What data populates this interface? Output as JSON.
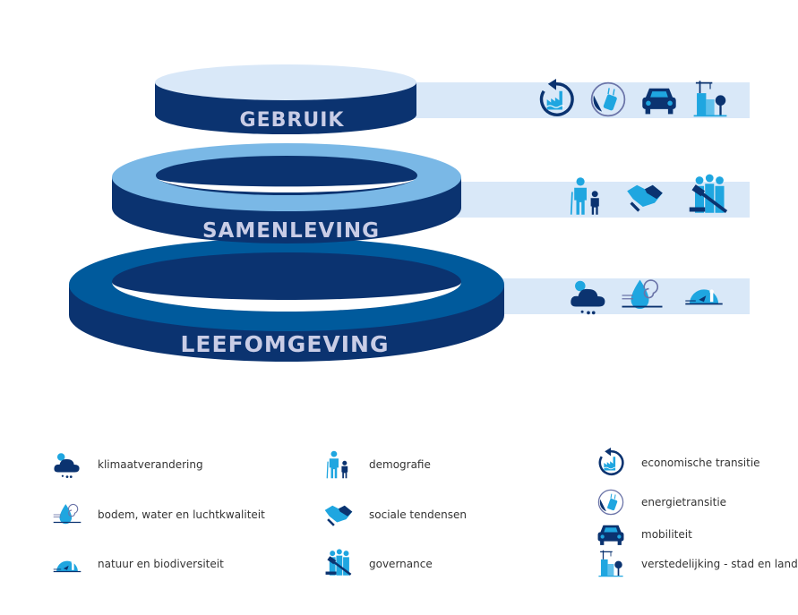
{
  "colors": {
    "dark_navy": "#0b3370",
    "mid_blue": "#005a9c",
    "light_blue": "#7ab8e6",
    "pale_blue": "#d9e8f8",
    "icon_cyan": "#1fa6e0",
    "label_text": "#c9cde6"
  },
  "layers": [
    {
      "id": "gebruik",
      "label": "GEBRUIK",
      "icons": [
        "economische-transitie",
        "energietransitie",
        "mobiliteit",
        "verstedelijking"
      ]
    },
    {
      "id": "samenleving",
      "label": "SAMENLEVING",
      "icons": [
        "demografie",
        "sociale-tendensen",
        "governance"
      ]
    },
    {
      "id": "leefomgeving",
      "label": "LEEFOMGEVING",
      "icons": [
        "klimaatverandering",
        "bodem-water-lucht",
        "natuur-biodiversiteit"
      ]
    }
  ],
  "legend": {
    "leefomgeving": [
      {
        "icon": "klimaatverandering",
        "label": "klimaatverandering"
      },
      {
        "icon": "bodem-water-lucht",
        "label": "bodem, water en luchtkwaliteit"
      },
      {
        "icon": "natuur-biodiversiteit",
        "label": "natuur en biodiversiteit"
      }
    ],
    "samenleving": [
      {
        "icon": "demografie",
        "label": "demografie"
      },
      {
        "icon": "sociale-tendensen",
        "label": "sociale tendensen"
      },
      {
        "icon": "governance",
        "label": "governance"
      }
    ],
    "gebruik": [
      {
        "icon": "economische-transitie",
        "label": "economische transitie"
      },
      {
        "icon": "energietransitie",
        "label": "energietransitie"
      },
      {
        "icon": "mobiliteit",
        "label": "mobiliteit"
      },
      {
        "icon": "verstedelijking",
        "label": "verstedelijking - stad en land"
      }
    ]
  }
}
